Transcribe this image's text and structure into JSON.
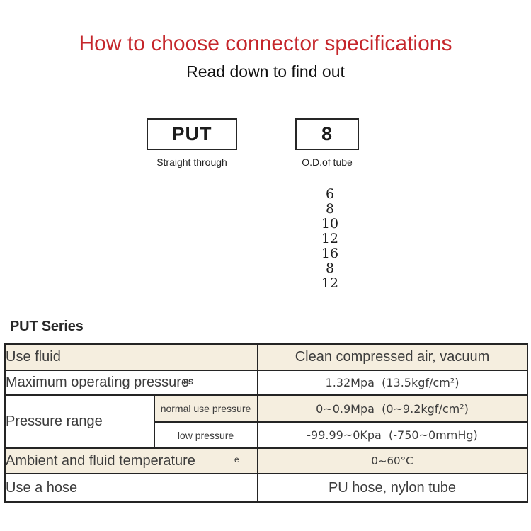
{
  "header": {
    "title": "How to choose connector specifications",
    "subtitle": "Read down to find out"
  },
  "selector": {
    "boxes": [
      {
        "code": "PUT",
        "caption": "Straight through"
      },
      {
        "code": "8",
        "caption": "O.D.of tube"
      }
    ],
    "size_options": [
      "6",
      "8",
      "10",
      "12",
      "16",
      "8",
      "12"
    ]
  },
  "series": {
    "heading": "PUT Series"
  },
  "spec_table": {
    "use_fluid": {
      "label": "Use fluid",
      "value": "Clean compressed air, vacuum"
    },
    "max_pressure": {
      "label": "Maximum operating pressure",
      "value": "1.32Mpa  (13.5kgf/cm²)"
    },
    "pressure_range": {
      "label": "Pressure range",
      "normal": {
        "label": "normal use pressure",
        "value": "0~0.9Mpa  (0~9.2kgf/cm²)"
      },
      "low": {
        "label": "low pressure",
        "value": "-99.99~0Kpa  (-750~0mmHg)"
      }
    },
    "temperature": {
      "label": "Ambient and fluid temperature",
      "value": "0~60°C"
    },
    "hose": {
      "label": "Use a hose",
      "value": "PU hose, nylon tube"
    }
  },
  "artifacts": {
    "overlap_text": "ss",
    "stray_text": "e"
  },
  "colors": {
    "accent_red": "#c5262b",
    "row_highlight": "#f5eedf",
    "table_border": "#242424"
  }
}
